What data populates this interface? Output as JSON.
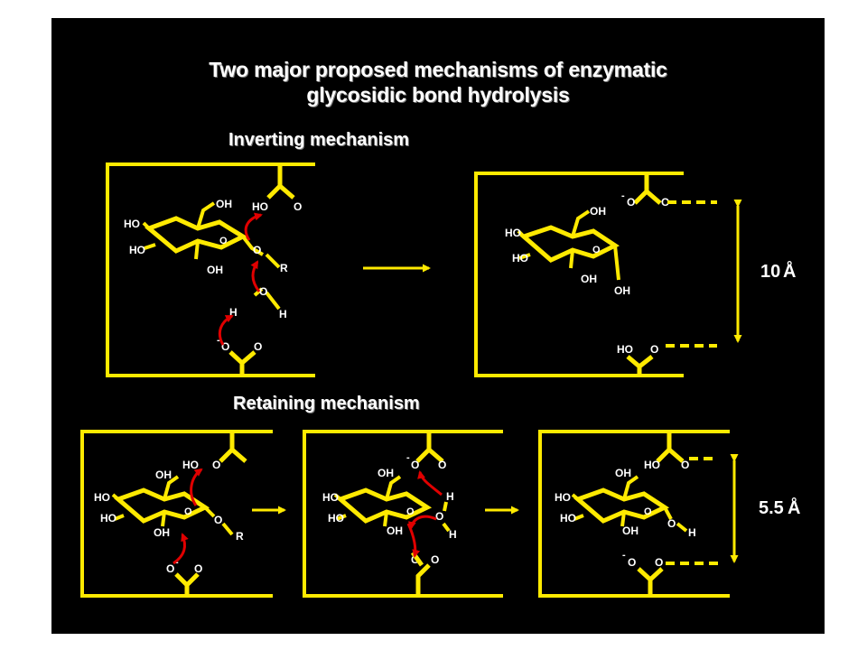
{
  "title": {
    "line1": "Two major proposed mechanisms of enzymatic",
    "line2": "glycosidic bond hydrolysis"
  },
  "inverting": {
    "heading": "Inverting mechanism",
    "distance": "10",
    "unit": "Å"
  },
  "retaining": {
    "heading": "Retaining mechanism",
    "distance": "5.5",
    "unit": "Å"
  },
  "labels": {
    "OH": "OH",
    "HO": "HO",
    "O": "O",
    "R": "R",
    "H": "H",
    "minus": "-"
  },
  "colors": {
    "background": "#000000",
    "frame": "#ffea00",
    "arrow_curved": "#e00000",
    "text": "#ffffff"
  }
}
